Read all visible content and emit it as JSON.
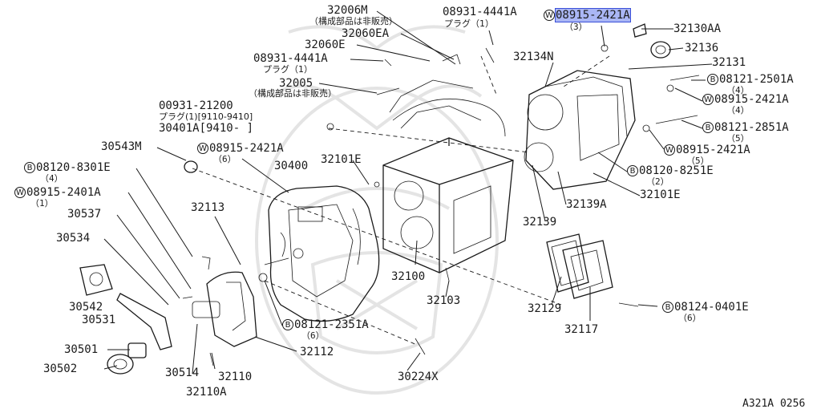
{
  "diagram": {
    "callouts": {
      "p32006M": "32006M",
      "p32006M_note": "（構成部品は非販売）",
      "p32060EA": "32060EA",
      "p32060E": "32060E",
      "p08931a": "08931-4441A",
      "p08931a_sub": "プラグ（1）",
      "p32005": "32005",
      "p32005_note": "（構成部品は非販売）",
      "p00931": "00931-21200",
      "p00931_sub": "プラグ(1)[9110-9410]",
      "p30401A": "30401A[9410-     ]",
      "p08931b": "08931-4441A",
      "p08931b_sub": "プラグ（1）",
      "p08915_top": "08915-2421A",
      "p08915_top_qty": "（3）",
      "p32130AA": "32130AA",
      "p32136": "32136",
      "p32134N": "32134N",
      "p32131": "32131",
      "p08121_2501": "08121-2501A",
      "p08121_2501_qty": "（4）",
      "p08915_r1": "08915-2421A",
      "p08915_r1_qty": "（4）",
      "p08121_2851": "08121-2851A",
      "p08121_2851_qty": "（5）",
      "p08915_r2": "08915-2421A",
      "p08915_r2_qty": "（5）",
      "p08120_8251": "08120-8251E",
      "p08120_8251_qty": "（2）",
      "p32101E_r": "32101E",
      "p32139A": "32139A",
      "p32139": "32139",
      "p30543M": "30543M",
      "p08915_l": "08915-2421A",
      "p08915_l_qty": "（6）",
      "p30400": "30400",
      "p32101E_c": "32101E",
      "p08120_8301": "08120-8301E",
      "p08120_8301_qty": "（4）",
      "p08915_2401": "08915-2401A",
      "p08915_2401_qty": "（1）",
      "p30537": "30537",
      "p32113": "32113",
      "p30534": "30534",
      "p30542": "30542",
      "p30531": "30531",
      "p32100": "32100",
      "p32103": "32103",
      "p32129": "32129",
      "p32117": "32117",
      "p08124": "08124-0401E",
      "p08124_qty": "（6）",
      "p08121_2351": "08121-2351A",
      "p08121_2351_qty": "（6）",
      "p32112": "32112",
      "p30501": "30501",
      "p30502": "30502",
      "p30514": "30514",
      "p32110": "32110",
      "p32110A": "32110A",
      "p30224X": "30224X"
    },
    "badges": {
      "bolt": "B",
      "washer": "W"
    },
    "highlight_color": "#aab6f5",
    "code": "A321A 0256"
  }
}
